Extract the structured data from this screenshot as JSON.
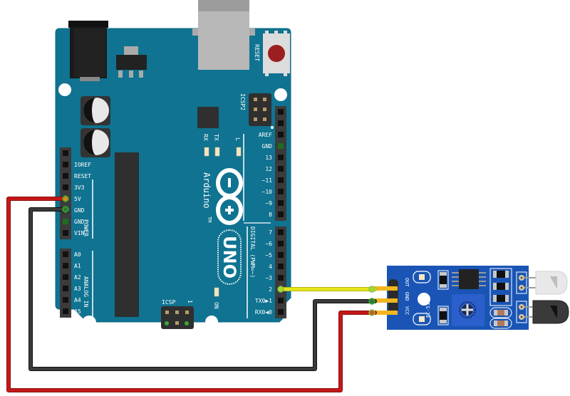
{
  "diagram": {
    "title": "Arduino UNO with FC-51 IR obstacle sensor wiring",
    "colors": {
      "board": "#0f7391",
      "board_edge": "#0c6680",
      "header": "#3b3b3b",
      "pin_hole": "#111111",
      "wire_red": "#c41818",
      "wire_black": "#333333",
      "wire_yellow": "#e6e61a",
      "pin_active": "#2a9d2a",
      "sensor_board": "#1a55b5",
      "sensor_pins": "#f2b71f",
      "reset_button": "#9c1f1f"
    }
  },
  "arduino": {
    "brand": "Arduino",
    "trademark": "TM",
    "model": "UNO",
    "reset_label": "RESET",
    "icsp2_label": "ICSP2",
    "icsp_label": "ICSP",
    "icsp_pin1_label": "1",
    "on_label": "ON",
    "led_labels": [
      "RX",
      "TX",
      "L"
    ],
    "power_group_label": "POWER",
    "analog_group_label": "ANALOG IN",
    "digital_group_label": "DIGITAL (PWM=~)",
    "power_pins": [
      "IOREF",
      "RESET",
      "3V3",
      "5V",
      "GND",
      "GND",
      "VIN"
    ],
    "analog_pins": [
      "A0",
      "A1",
      "A2",
      "A3",
      "A4",
      "A5"
    ],
    "digital_upper_pins": [
      "",
      "",
      "AREF",
      "GND",
      "13",
      "12",
      "~11",
      "~10",
      "~9",
      "8"
    ],
    "digital_lower_pins": [
      "7",
      "~6",
      "~5",
      "4",
      "~3",
      "2",
      "TX0▶1",
      "RX0◀0"
    ]
  },
  "sensor": {
    "model_label": "FC-51",
    "pin_labels": [
      "OUT",
      "GND",
      "VCC"
    ]
  },
  "connections": [
    {
      "from": "Arduino 5V",
      "to": "Sensor VCC",
      "color": "red"
    },
    {
      "from": "Arduino GND",
      "to": "Sensor GND",
      "color": "black"
    },
    {
      "from": "Arduino D2",
      "to": "Sensor OUT",
      "color": "yellow"
    }
  ]
}
